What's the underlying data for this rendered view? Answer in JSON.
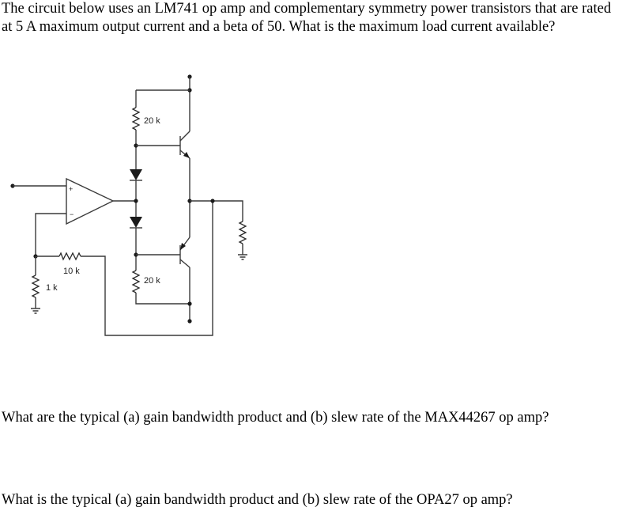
{
  "questions": {
    "q1": "The circuit below uses an LM741 op amp and complementary symmetry power transistors that are rated at 5 A maximum output current and a beta of 50. What is the maximum load current available?",
    "q2": "What are the typical (a) gain bandwidth product and (b) slew rate of the MAX44267 op amp?",
    "q3": "What is the typical (a) gain bandwidth product and (b) slew rate of the OPA27 op amp?"
  },
  "circuit": {
    "resistor_top_label": "20 k",
    "resistor_bottom_label": "20 k",
    "feedback_resistor_label": "10 k",
    "ground_resistor_label": "1 k",
    "opamp_plus": "+",
    "opamp_minus": "−"
  }
}
